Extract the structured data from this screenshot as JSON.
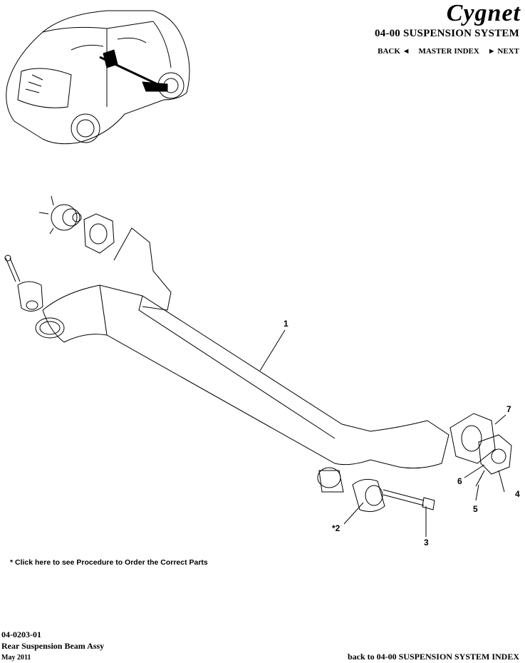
{
  "header": {
    "logo": "Cygnet",
    "section_title": "04-00 SUSPENSION SYSTEM",
    "nav": {
      "back": "BACK ◄",
      "master_index": "MASTER INDEX",
      "next": "► NEXT"
    }
  },
  "diagram": {
    "callouts": [
      "1",
      "*2",
      "3",
      "4",
      "5",
      "6",
      "7"
    ]
  },
  "order_link": "* Click here to see Procedure to Order the Correct Parts",
  "footer": {
    "part_number": "04-0203-01",
    "part_name": "Rear Suspension Beam Assy",
    "date": "May 2011",
    "back_link": "back to 04-00 SUSPENSION SYSTEM INDEX"
  }
}
